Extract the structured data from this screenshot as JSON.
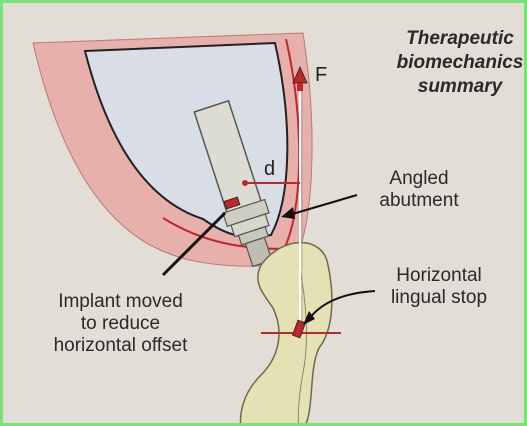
{
  "title": {
    "line1": "Therapeutic",
    "line2": "biomechanics",
    "line3": "summary"
  },
  "labels": {
    "force": "F",
    "distance": "d",
    "angled_abutment": {
      "line1": "Angled",
      "line2": "abutment"
    },
    "implant_moved": {
      "line1": "Implant moved",
      "line2": "to reduce",
      "line3": "horizontal offset"
    },
    "horizontal_stop": {
      "line1": "Horizontal",
      "line2": "lingual stop"
    }
  },
  "colors": {
    "frame_border": "#79e279",
    "background": "#e2ddd5",
    "gingiva": "#e8b0ab",
    "bone": "#d8dde6",
    "accent_red": "#c0272d",
    "tooth": "#e4e2b4",
    "implant": "#dddcd2"
  }
}
